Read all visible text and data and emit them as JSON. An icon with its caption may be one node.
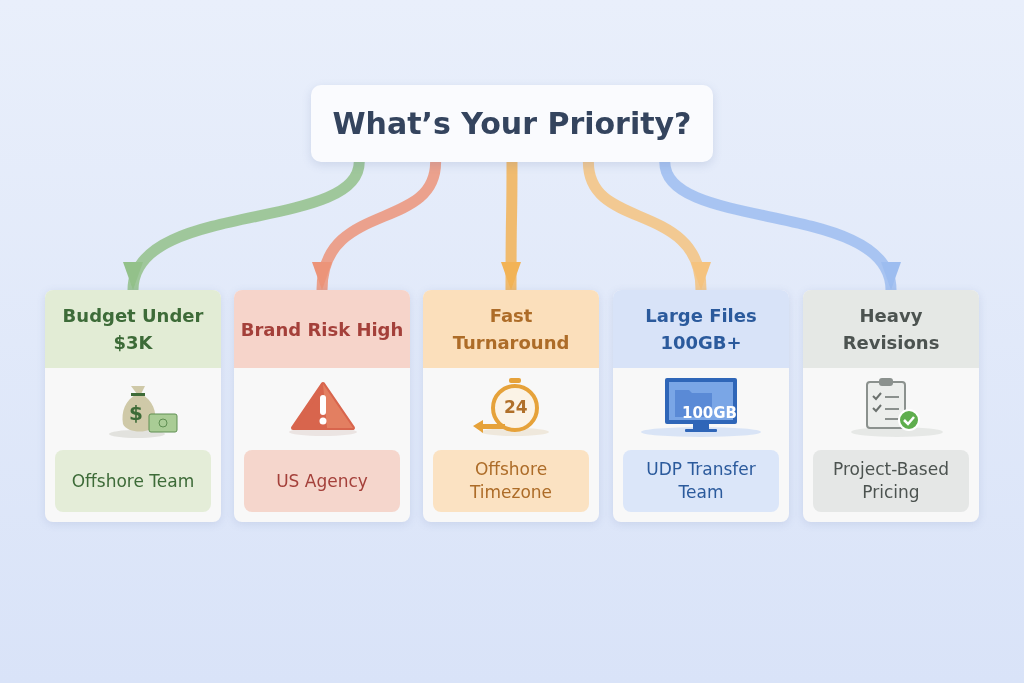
{
  "diagram": {
    "nodes": [
      {
        "text": [
          "What’s Your Priority?"
        ]
      },
      {
        "text": [
          "Budget Under $3K"
        ]
      },
      {
        "text": [
          "Offshore Team"
        ],
        "in": 1
      },
      {
        "text": [
          "Brand Risk High"
        ]
      },
      {
        "text": [
          "US Agency"
        ],
        "in": 3
      },
      {
        "text": [
          "Fast Turnaround"
        ]
      },
      {
        "text": [
          "Offshore Timezone"
        ],
        "in": 5
      },
      {
        "text": [
          "Large Files 100GB+"
        ]
      },
      {
        "text": [
          "UDP Transfer Team"
        ],
        "in": 7
      },
      {
        "text": [
          "Heavy Revisions"
        ]
      },
      {
        "text": [
          "Project-Based Pricing"
        ],
        "in": 9
      }
    ],
    "edges": [
      {
        "from": 0,
        "to": 1,
        "arrow": "to",
        "color": "#93c18a"
      },
      {
        "from": 0,
        "to": 3,
        "arrow": "to",
        "color": "#ec9479"
      },
      {
        "from": 0,
        "to": 5,
        "arrow": "to",
        "color": "#f2b356"
      },
      {
        "from": 0,
        "to": 7,
        "arrow": "to",
        "color": "#f5c37f"
      },
      {
        "from": 0,
        "to": 9,
        "arrow": "to",
        "color": "#9dbdf0"
      }
    ],
    "labels": [
      "$",
      "24",
      "100GB"
    ]
  }
}
